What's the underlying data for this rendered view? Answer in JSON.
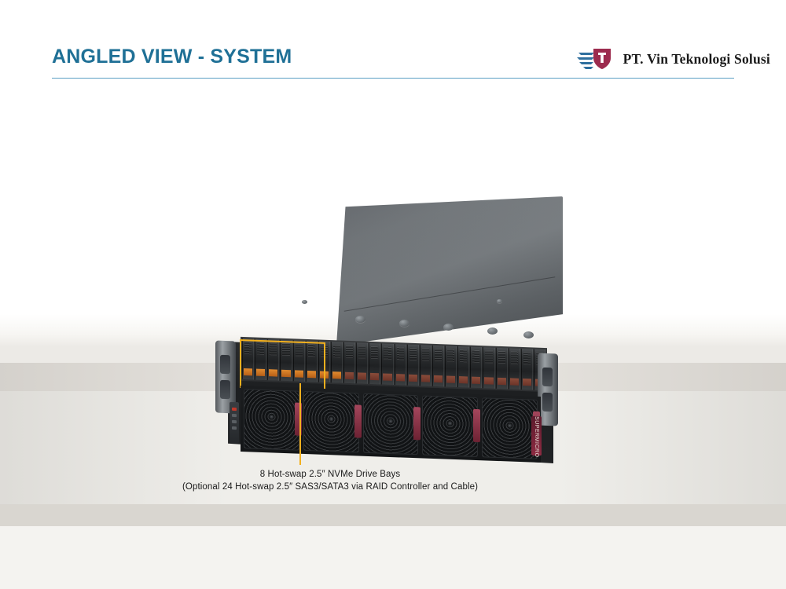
{
  "slide": {
    "title": "ANGLED VIEW - SYSTEM",
    "accent_color": "#1f7096",
    "rule_color": "#5a9fc4",
    "background_color": "#ffffff"
  },
  "logo": {
    "company_name": "PT. Vin Teknologi Solusi",
    "mark_name": "vin-teknologi-logo",
    "mark_colors": {
      "swoosh": "#2f6f9e",
      "shield": "#9c2b4e",
      "shield_inner": "#ffffff"
    }
  },
  "photo": {
    "name": "server-chassis-angled-view",
    "product_brand": "SUPERMICRO",
    "highlight_color": "#f2b01e",
    "drive_bay_total": 24,
    "nvme_bay_count": 8
  },
  "callout": {
    "line1": "8 Hot-swap  2.5″ NVMe Drive Bays",
    "line2": "(Optional 24 Hot-swap  2.5″ SAS3/SATA3 via RAID  Controller  and Cable)",
    "leader_color": "#f2b01e"
  }
}
